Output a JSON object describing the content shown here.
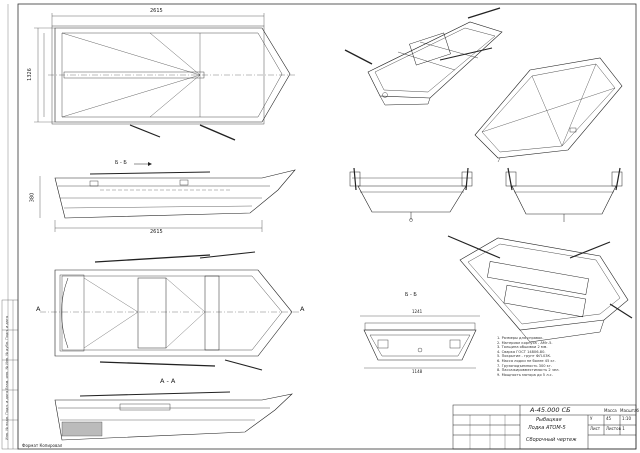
{
  "views": {
    "top_plan": {
      "length_dim": "2615",
      "width_dim": "1326"
    },
    "side_profile": {
      "section_mark": "Б - Б",
      "length_dim": "2615",
      "height_dim": "380"
    },
    "deck_plan": {
      "section_mark_left": "А",
      "section_mark_right": "А"
    },
    "section_aa": {
      "title": "А - А"
    },
    "section_bb": {
      "title": "Б - Б",
      "width_dim": "1241",
      "bottom_dim": "1148"
    }
  },
  "notes": [
    "1. Размеры для справок.",
    "2. Материал корпуса - АМг-5.",
    "3. Толщина обшивки 2 мм.",
    "4. Сварка ГОСТ 14806-80.",
    "5. Покрытие - грунт ФЛ-03К.",
    "6. Масса лодки не более 45 кг.",
    "7. Грузоподъемность 300 кг.",
    "8. Пассажировместимость 2 чел.",
    "9. Мощность мотора до 5 л.с."
  ],
  "title_block": {
    "designation": "А-45.000 СБ",
    "name_line1": "Рыбацкая",
    "name_line2": "Лодка АТОМ-5",
    "doc_type": "Сборочный чертеж",
    "sheet_label": "Лист",
    "sheets_label": "Листов 1",
    "mass_label": "Масса",
    "scale_label": "Масштаб",
    "scale_value": "1:10",
    "letter": "У",
    "mass_value": "45"
  },
  "side_strip_text": "Инв. № подл.   Подп. и дата   Взам. инв. №   Инв. № дубл.   Подп. и дата",
  "bottom_left_text": "Формат   Копировал"
}
